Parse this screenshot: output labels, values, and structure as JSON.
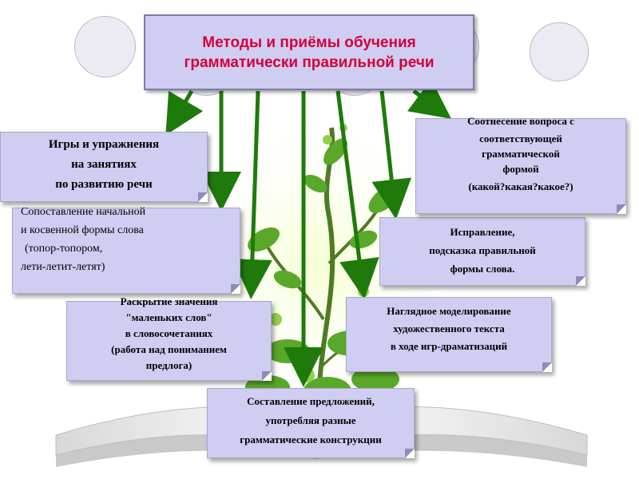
{
  "title": {
    "line1": "Методы и приёмы обучения",
    "line2": "грамматически правильной речи"
  },
  "methods": [
    {
      "lines": [
        "Игры и упражнения",
        "на занятиях",
        "по развитию речи"
      ]
    },
    {
      "lines": [
        "Сопоставление начальной",
        "и косвенной формы слова",
        "(топор-топором,",
        "лети-летит-летят)"
      ]
    },
    {
      "lines": [
        "Раскрытие значения",
        "\"маленьких слов\"",
        "в словосочетаниях",
        "(работа над пониманием",
        "предлога)"
      ]
    },
    {
      "lines": [
        "Составление предложений,",
        "употребляя разные",
        "грамматические конструкции"
      ]
    },
    {
      "lines": [
        "Наглядное моделирование",
        "художественного текста",
        "в ходе игр-драматизаций"
      ]
    },
    {
      "lines": [
        "Исправление,",
        "подсказка правильной",
        "формы слова."
      ]
    },
    {
      "lines": [
        "Соотнесение вопроса с",
        "соответствующей",
        "грамматической",
        "формой",
        "(какой?какая?какое?)"
      ]
    }
  ],
  "colors": {
    "title_text": "#d4003a",
    "box_fill": "#cfcdf2",
    "arrow": "#1f7a0c",
    "plant": "#4aa020"
  }
}
